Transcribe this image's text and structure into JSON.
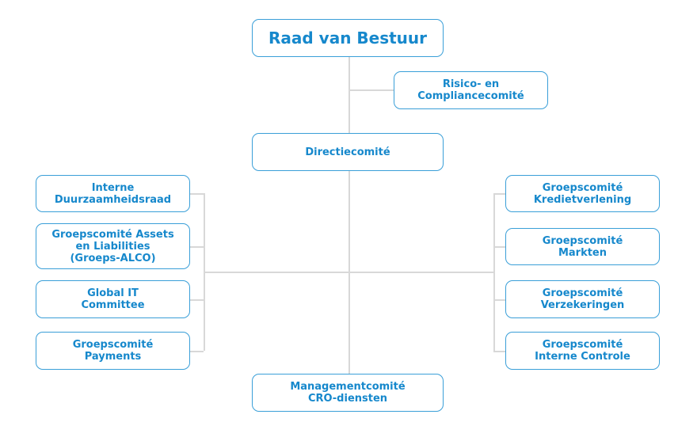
{
  "top": "Raad van Bestuur",
  "risk": "Risico- en\nCompliancecomité",
  "exec": "Directiecomité",
  "mgmt": "Managementcomité\nCRO-diensten",
  "left": [
    "Interne\nDuurzaamheidsraad",
    "Groepscomité Assets\nen Liabilities\n(Groeps-ALCO)",
    "Global IT\nCommittee",
    "Groepscomité\nPayments"
  ],
  "right": [
    "Groepscomité\nKredietverlening",
    "Groepscomité\nMarkten",
    "Groepscomité\nVerzekeringen",
    "Groepscomité\nInterne Controle"
  ],
  "colors": {
    "accent": "#1688cc",
    "border": "#3a9fd8",
    "line": "#d8d8d8"
  }
}
